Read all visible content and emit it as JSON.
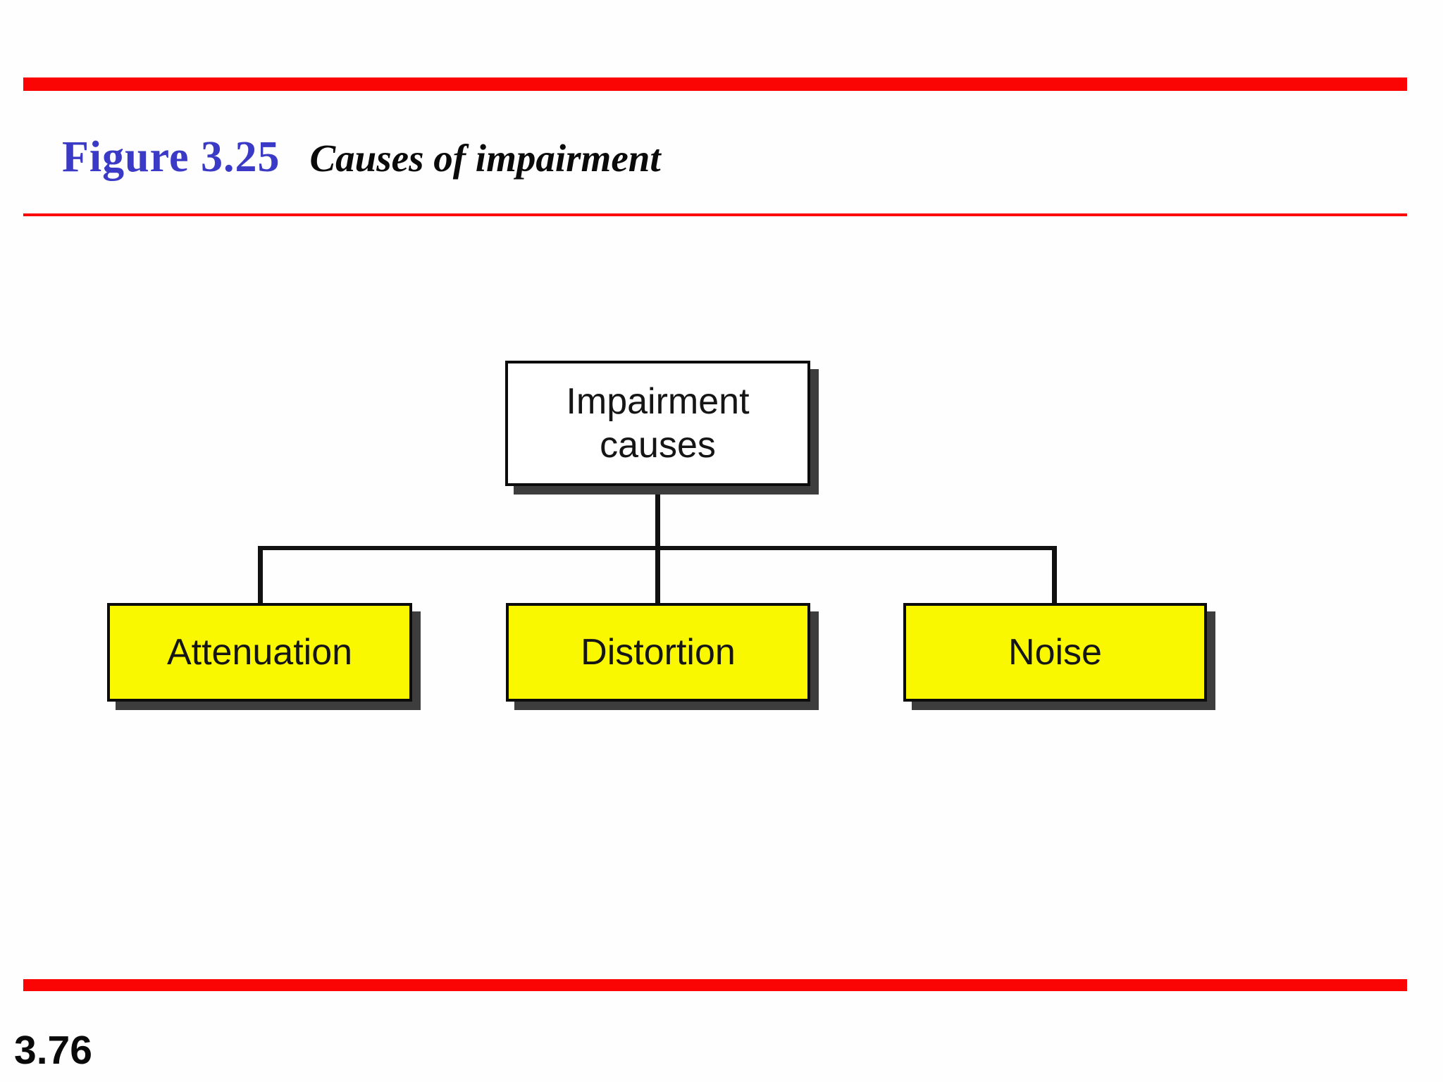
{
  "slide": {
    "figure_label": "Figure 3.25",
    "figure_caption": "Causes of impairment",
    "page_number": "3.76"
  },
  "diagram": {
    "root": {
      "label_line1": "Impairment",
      "label_line2": "causes"
    },
    "children": [
      {
        "label": "Attenuation"
      },
      {
        "label": "Distortion"
      },
      {
        "label": "Noise"
      }
    ]
  },
  "colors": {
    "accent_red": "#FA0404",
    "figure_label_blue": "#3A3AC6",
    "child_node_yellow": "#FAF800",
    "root_node_white": "#FFFFFF",
    "shadow_gray": "#3D3D3D",
    "connector_black": "#111111"
  }
}
